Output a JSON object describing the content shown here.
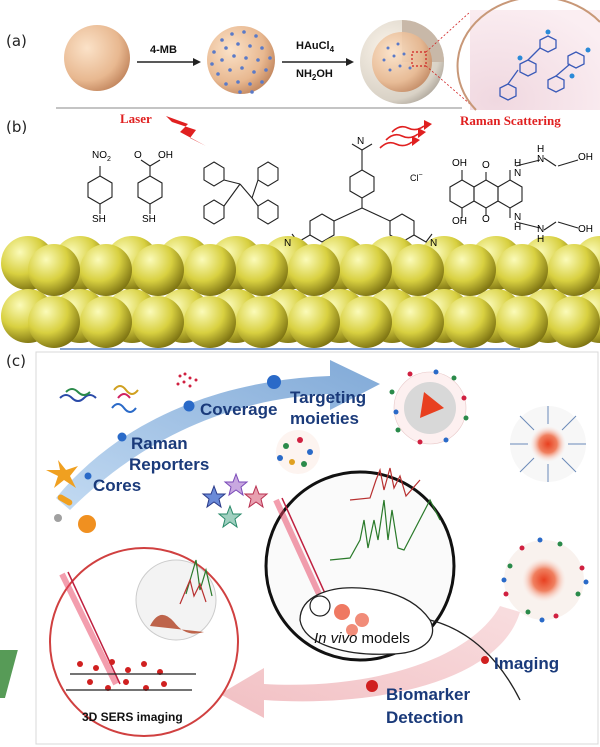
{
  "panel_labels": {
    "a": "(a)",
    "b": "(b)",
    "c": "(c)"
  },
  "panel_a": {
    "step1": "4-MB",
    "step2_line1": "HAuCl",
    "step2_sub": "4",
    "step2_line2": "NH",
    "step2_line2_sub": "2",
    "step2_line2_rest": "OH"
  },
  "panel_b": {
    "laser": "Laser",
    "raman": "Raman Scattering",
    "mol1_top": "NO",
    "mol1_top_sub": "2",
    "mol1_bottom": "SH",
    "mol2_top": "O",
    "mol2_top_oh": "OH",
    "mol2_bottom": "SH",
    "counterion": "Cl",
    "counterion_sup": "−",
    "mol5_oh_top": "OH",
    "mol5_o_top": "O",
    "mol5_h_top": "H",
    "mol5_n_top": "N",
    "mol5_oh_right_top": "OH",
    "mol5_oh_bottom": "OH",
    "mol5_o_bottom": "O",
    "mol5_n_bottom": "N",
    "mol5_h_bottom": "H",
    "mol5_oh_right_bottom": "OH",
    "mol5_h_mid": "H",
    "mol5_n_mid": "N",
    "mol5_n_mid2": "N",
    "mol5_h_mid2": "H",
    "mol3_n_top": "N",
    "mol3_n_left": "N",
    "mol3_n_right": "N"
  },
  "panel_c": {
    "cores": "Cores",
    "raman_l1": "Raman",
    "raman_l2": "Reporters",
    "coverage": "Coverage",
    "targeting_l1": "Targeting",
    "targeting_l2": "moieties",
    "in_vivo_1": "In vivo",
    "in_vivo_2": " models",
    "imaging": "Imaging",
    "biomarker_l1": "Biomarker",
    "biomarker_l2": "Detection",
    "sers": "3D SERS imaging"
  },
  "colors": {
    "bead": "#e8b890",
    "gold": "#d8d040",
    "red": "#e02020",
    "blue_arrow": "#7aa8d8",
    "pink_arrow": "#f4c8cc",
    "navy": "#1a3a7a"
  }
}
